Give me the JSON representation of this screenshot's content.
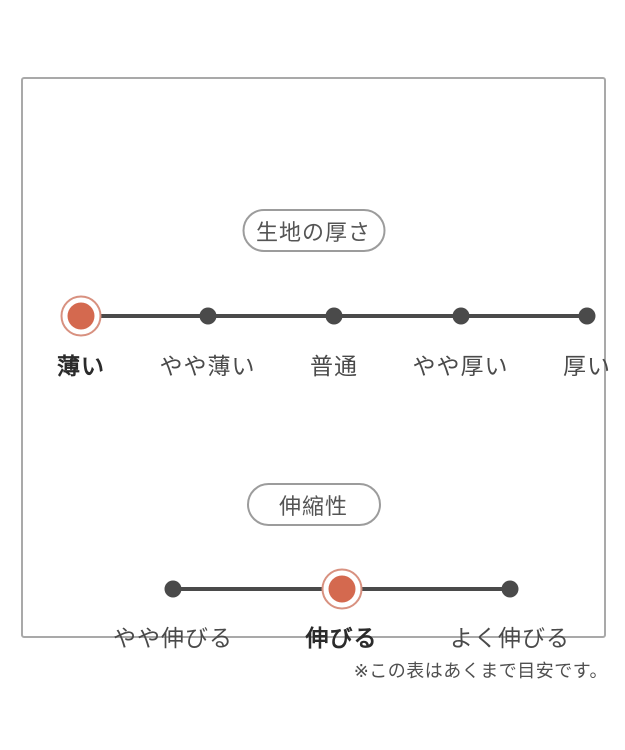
{
  "panel": {
    "note": "※この表はあくまで目安です。"
  },
  "scales": [
    {
      "title": "生地の厚さ",
      "options": [
        {
          "label": "薄い",
          "selected": true
        },
        {
          "label": "やや薄い",
          "selected": false
        },
        {
          "label": "普通",
          "selected": false
        },
        {
          "label": "やや厚い",
          "selected": false
        },
        {
          "label": "厚い",
          "selected": false
        }
      ]
    },
    {
      "title": "伸縮性",
      "options": [
        {
          "label": "やや伸びる",
          "selected": false
        },
        {
          "label": "伸びる",
          "selected": true
        },
        {
          "label": "よく伸びる",
          "selected": false
        }
      ]
    }
  ],
  "colors": {
    "accent": "#d4694f",
    "accent_ring": "#d89180",
    "track": "#4a4a4a",
    "label_text": "#4a4a4a",
    "selected_label_text": "#2b2b2b",
    "pill_border": "#9c9c9c",
    "panel_border": "#a9a9a9"
  }
}
